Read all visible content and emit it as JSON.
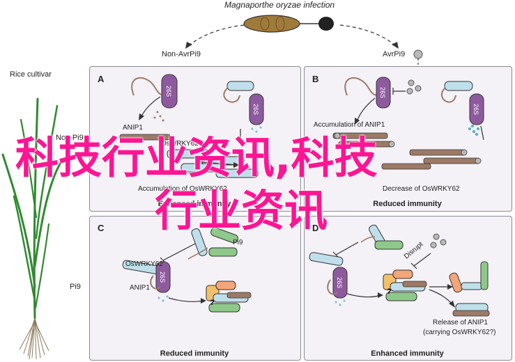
{
  "header": {
    "infection_title": "Magnaporthe oryzae infection"
  },
  "branches": {
    "left": "Non-AvrPi9",
    "right": "AvrPi9"
  },
  "side_labels": {
    "cultivar": "Rice cultivar",
    "top_row": "Non-Pi9",
    "bottom_row": "Pi9"
  },
  "panels": {
    "A": {
      "letter": "A",
      "anip1": "ANIP1",
      "oswrky": "OsWRKY62",
      "accumulation": "Accumulation of OsWRKY62",
      "caption": "Enhanced immunity",
      "proteasome": "26S"
    },
    "B": {
      "letter": "B",
      "accumulation": "Accumulation of ANIP1",
      "decrease": "Decrease of OsWRKY62",
      "caption": "Reduced immunity",
      "proteasome": "26S"
    },
    "C": {
      "letter": "C",
      "pi9": "Pi9",
      "oswrky": "OsWRKY62",
      "anip1": "ANIP1",
      "caption": "Reduced immunity",
      "proteasome": "26S",
      "question": "?"
    },
    "D": {
      "letter": "D",
      "disrupt": "Disrupt",
      "release_line1": "Release of ANIP1",
      "release_line2": "(carrying OsWRKY62?)",
      "caption": "Enhanced immunity",
      "proteasome": "26S",
      "question": "?"
    }
  },
  "watermark": {
    "line1": "科技行业资讯,科技",
    "line2": "行业资讯"
  },
  "colors": {
    "panel_bg": "#f4f1f7",
    "proteasome": "#8e5a9e",
    "anip1": "#9c7a66",
    "wrky": "#bfe0ea",
    "pi9": "#8fc98a",
    "fungus": "#a07a3a",
    "overlay": "#ff1493"
  }
}
